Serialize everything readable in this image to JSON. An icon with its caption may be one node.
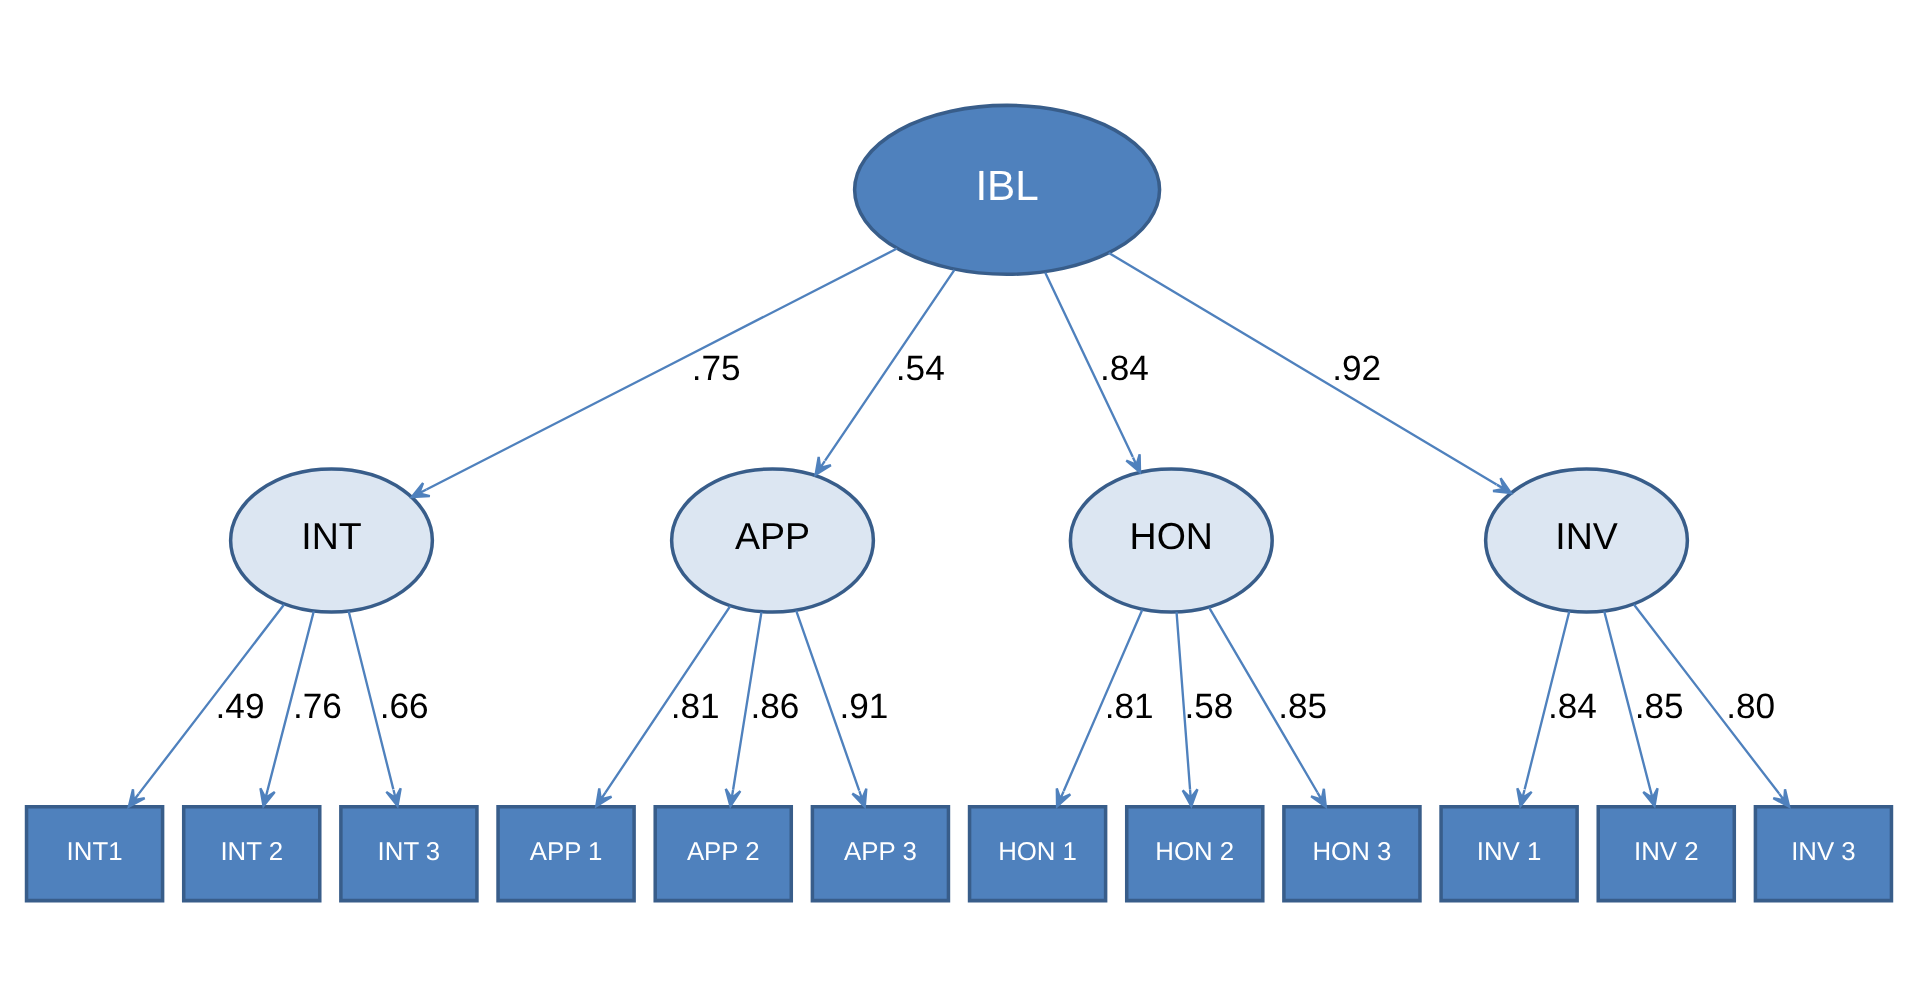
{
  "diagram": {
    "nodes": [
      {
        "text": [
          "IBL"
        ]
      },
      {
        "text": [
          "INT"
        ]
      },
      {
        "text": [
          "APP"
        ]
      },
      {
        "text": [
          "HON"
        ]
      },
      {
        "text": [
          "INV"
        ]
      },
      {
        "text": [
          "INT1"
        ]
      },
      {
        "text": [
          "INT 2"
        ]
      },
      {
        "text": [
          "INT 3"
        ]
      },
      {
        "text": [
          "APP 1"
        ]
      },
      {
        "text": [
          "APP 2"
        ]
      },
      {
        "text": [
          "APP 3"
        ]
      },
      {
        "text": [
          "HON 1"
        ]
      },
      {
        "text": [
          "HON 2"
        ]
      },
      {
        "text": [
          "HON 3"
        ]
      },
      {
        "text": [
          "INV 1"
        ]
      },
      {
        "text": [
          "INV 2"
        ]
      },
      {
        "text": [
          "INV 3"
        ]
      }
    ],
    "edges": [
      {
        "from": 0,
        "to": 1,
        "arrow": "to",
        "label": ".75"
      },
      {
        "from": 0,
        "to": 2,
        "arrow": "to",
        "label": ".54"
      },
      {
        "from": 0,
        "to": 3,
        "arrow": "to",
        "label": ".84"
      },
      {
        "from": 0,
        "to": 4,
        "arrow": "to",
        "label": ".92"
      },
      {
        "from": 1,
        "to": 5,
        "arrow": "to",
        "label": ".49"
      },
      {
        "from": 1,
        "to": 6,
        "arrow": "to",
        "label": ".76"
      },
      {
        "from": 1,
        "to": 7,
        "arrow": "to",
        "label": ".66"
      },
      {
        "from": 2,
        "to": 8,
        "arrow": "to",
        "label": ".81"
      },
      {
        "from": 2,
        "to": 9,
        "arrow": "to",
        "label": ".86"
      },
      {
        "from": 2,
        "to": 10,
        "arrow": "to",
        "label": ".91"
      },
      {
        "from": 3,
        "to": 11,
        "arrow": "to",
        "label": ".81"
      },
      {
        "from": 3,
        "to": 12,
        "arrow": "to",
        "label": ".58"
      },
      {
        "from": 3,
        "to": 13,
        "arrow": "to",
        "label": ".85"
      },
      {
        "from": 4,
        "to": 14,
        "arrow": "to",
        "label": ".84"
      },
      {
        "from": 4,
        "to": 15,
        "arrow": "to",
        "label": ".85"
      },
      {
        "from": 4,
        "to": 16,
        "arrow": "to",
        "label": ".80"
      }
    ]
  }
}
